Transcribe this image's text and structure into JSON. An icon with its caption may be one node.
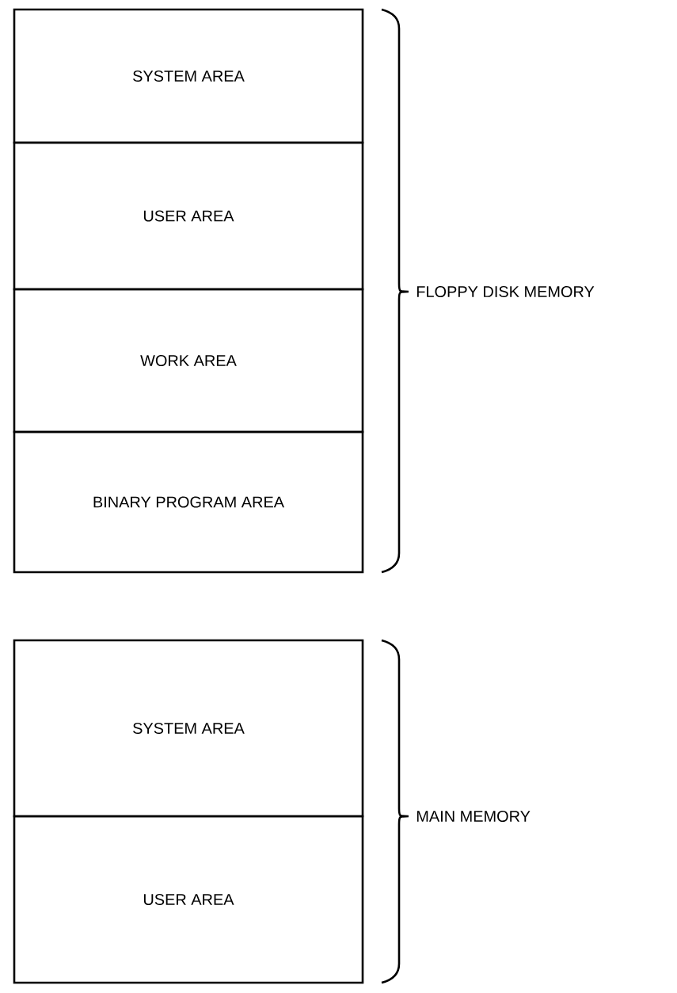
{
  "diagram": {
    "nodes": [
      {
        "text": [
          "SYSTEM AREA"
        ]
      },
      {
        "text": [
          "USER AREA"
        ]
      },
      {
        "text": [
          "WORK AREA"
        ]
      },
      {
        "text": [
          "BINARY PROGRAM AREA"
        ]
      },
      {
        "text": [
          "SYSTEM AREA"
        ]
      },
      {
        "text": [
          "USER AREA"
        ]
      }
    ],
    "labels": [
      "FLOPPY DISK MEMORY",
      "MAIN MEMORY"
    ]
  }
}
